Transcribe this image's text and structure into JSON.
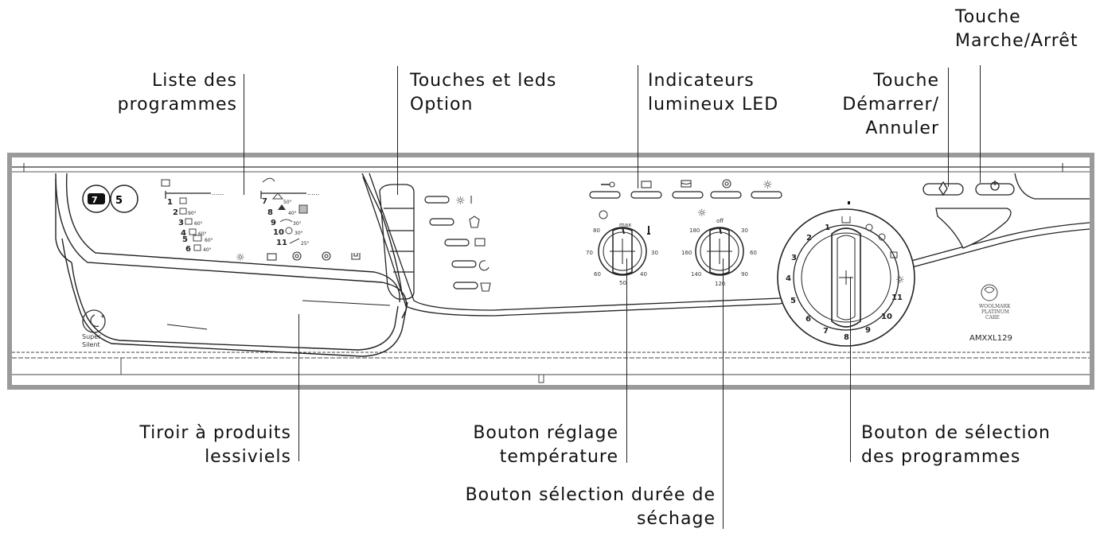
{
  "labels": {
    "program_list": [
      "Liste des",
      "programmes"
    ],
    "option_buttons": [
      "Touches et leds",
      "Option"
    ],
    "led_indicators": [
      "Indicateurs",
      "lumineux LED"
    ],
    "start_cancel": [
      "Touche",
      "Démarrer/",
      "Annuler"
    ],
    "on_off": [
      "Touche",
      "Marche/Arrêt"
    ],
    "detergent_drawer": [
      "Tiroir à produits",
      "lessiviels"
    ],
    "temperature_knob": [
      "Bouton réglage",
      "température"
    ],
    "drying_knob": [
      "Bouton sélection durée de",
      "séchage"
    ],
    "program_knob": [
      "Bouton de sélection",
      "des programmes"
    ]
  },
  "panel": {
    "badge_capacity_wash": "7",
    "badge_capacity_dry": "5",
    "super_silent": [
      "Super",
      "Silent"
    ],
    "model": "AMXXL129",
    "woolmark": [
      "WOOLMARK",
      "PLATINUM",
      "CARE"
    ],
    "programs_left": [
      {
        "num": "1",
        "temp": ""
      },
      {
        "num": "2",
        "temp": "90°"
      },
      {
        "num": "3",
        "temp": "60°"
      },
      {
        "num": "4",
        "temp": "60°"
      },
      {
        "num": "5",
        "temp": "60°"
      },
      {
        "num": "6",
        "temp": "40°"
      }
    ],
    "programs_right": [
      {
        "num": "7",
        "temp": "50°"
      },
      {
        "num": "8",
        "temp": "40°"
      },
      {
        "num": "9",
        "temp": "30°"
      },
      {
        "num": "10",
        "temp": "30°"
      },
      {
        "num": "11",
        "temp": "25°"
      }
    ],
    "temp_scale": [
      "max",
      "30",
      "40",
      "50",
      "60",
      "70",
      "80"
    ],
    "dry_scale": [
      "off",
      "30",
      "60",
      "90",
      "120",
      "140",
      "160",
      "180"
    ],
    "program_dial": [
      "1",
      "2",
      "3",
      "4",
      "5",
      "6",
      "7",
      "8",
      "9",
      "10",
      "11"
    ],
    "dots": "......"
  }
}
